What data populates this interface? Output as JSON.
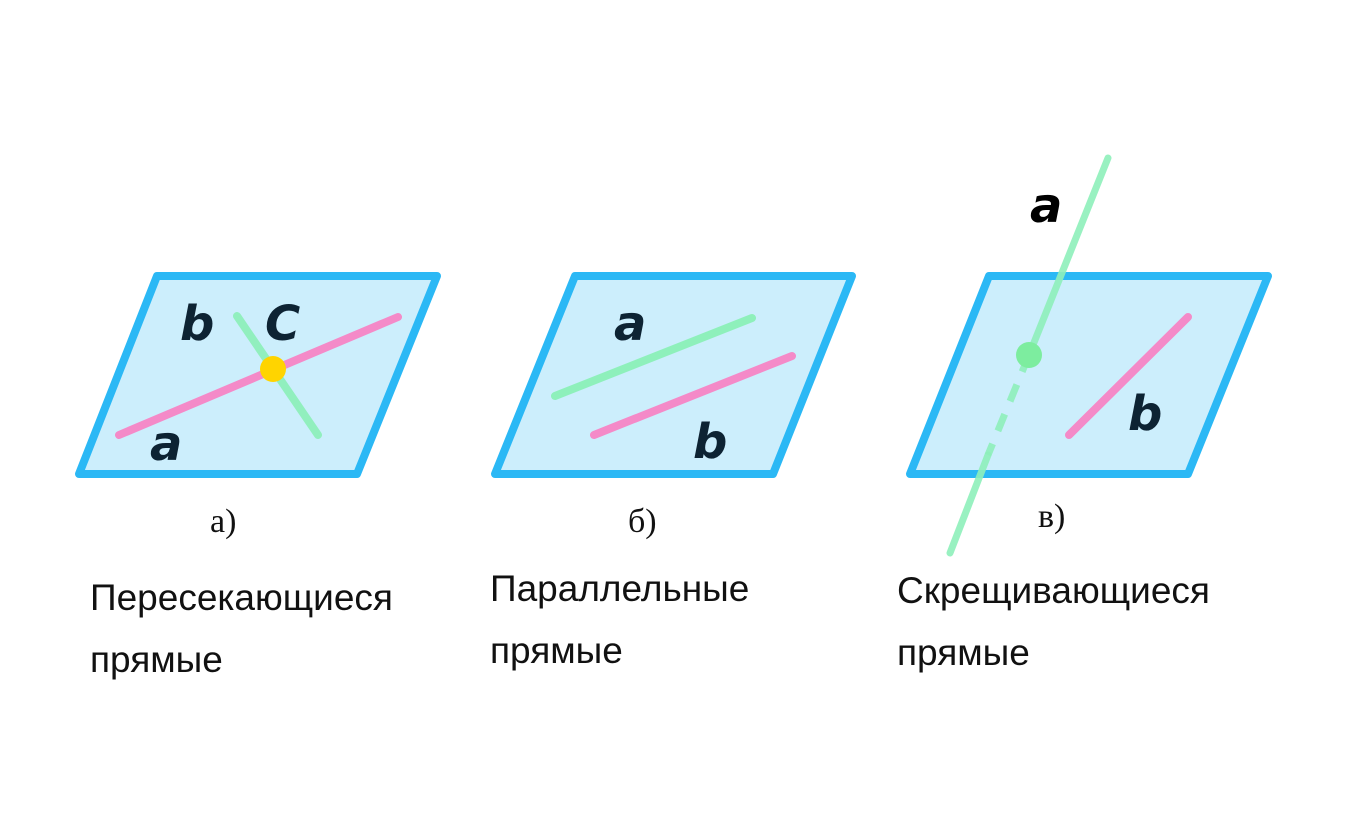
{
  "colors": {
    "plane_fill": "#cceefc",
    "plane_stroke": "#2bb8f5",
    "line_a": "#8ef0bb",
    "line_b": "#f48ac8",
    "point_c": "#ffd400",
    "point_green": "#7ded9f"
  },
  "panels": [
    {
      "labels": {
        "b": "b",
        "c": "C",
        "a": "a"
      },
      "caption": "а)",
      "desc_line1": "Пересекающиеся",
      "desc_line2": "прямые"
    },
    {
      "labels": {
        "a": "a",
        "b": "b"
      },
      "caption": "б)",
      "desc_line1": "Параллельные",
      "desc_line2": "прямые"
    },
    {
      "labels": {
        "a": "a",
        "b": "b"
      },
      "caption": "в)",
      "desc_line1": "Скрещивающиеся",
      "desc_line2": "прямые"
    }
  ]
}
